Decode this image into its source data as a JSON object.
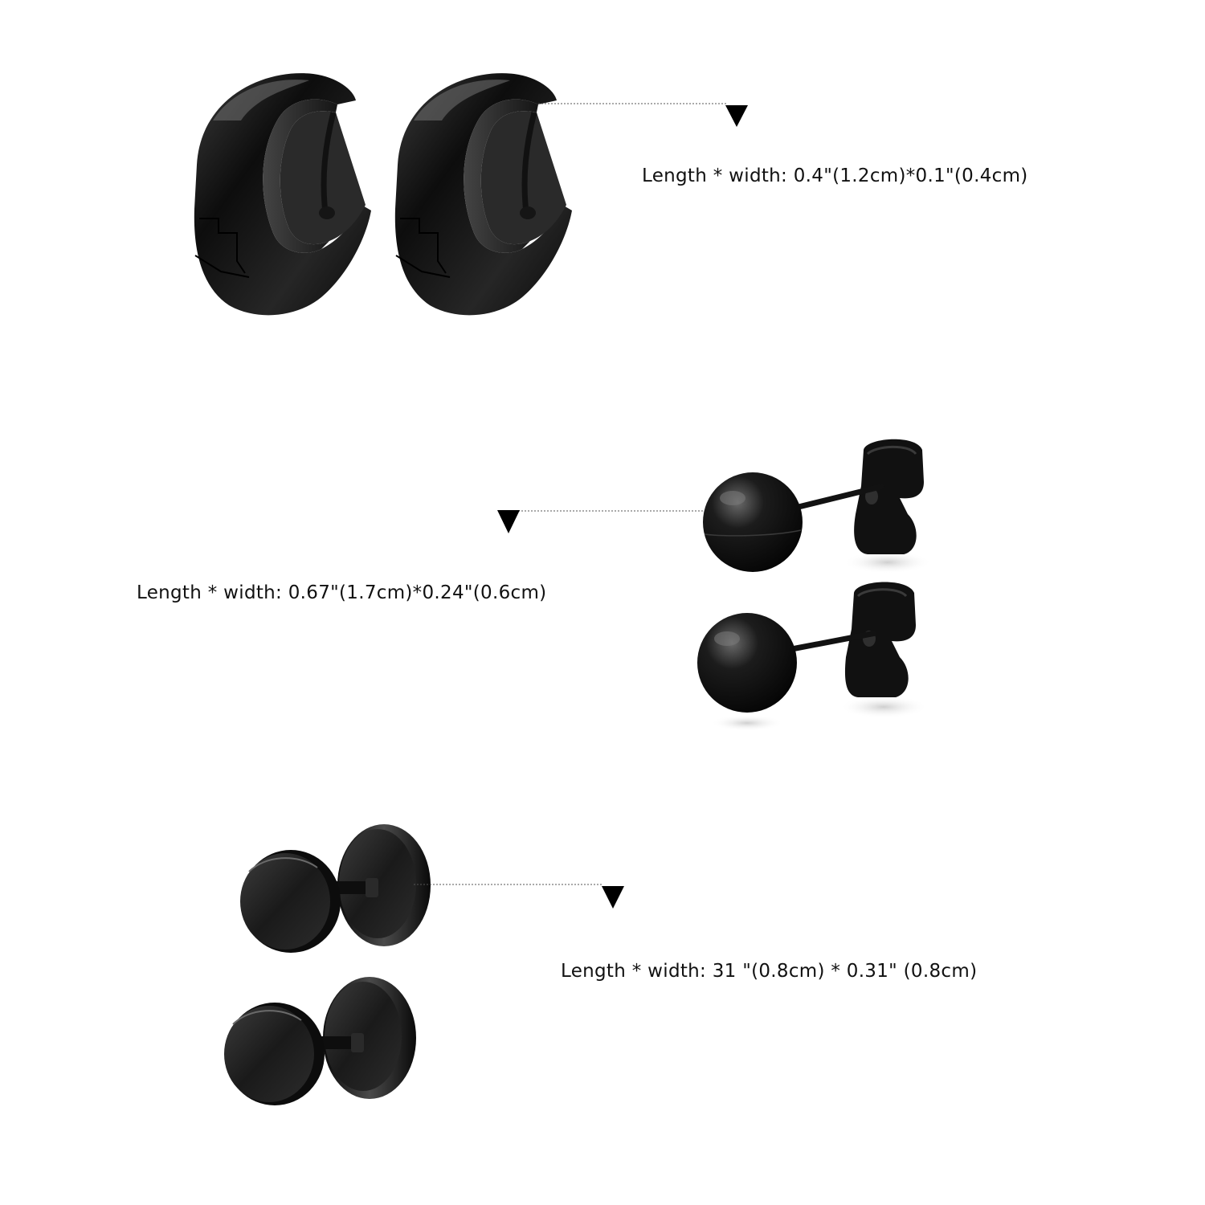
{
  "colors": {
    "background": "#ffffff",
    "metal": "#141414",
    "highlight": "#8a8a8a",
    "text": "#111111",
    "leader": "#555555"
  },
  "products": [
    {
      "name": "huggie hoop earrings",
      "icon": "hoop-earring-pair",
      "spec": "Length * width: 0.4\"(1.2cm)*0.1\"(0.4cm)"
    },
    {
      "name": "ball stud earrings",
      "icon": "ball-stud-pair",
      "spec": "Length * width: 0.67\"(1.7cm)*0.24\"(0.6cm)"
    },
    {
      "name": "fake plug earrings",
      "icon": "barbell-plug-pair",
      "spec": "Length * width: 31 \"(0.8cm) * 0.31\" (0.8cm)"
    }
  ]
}
